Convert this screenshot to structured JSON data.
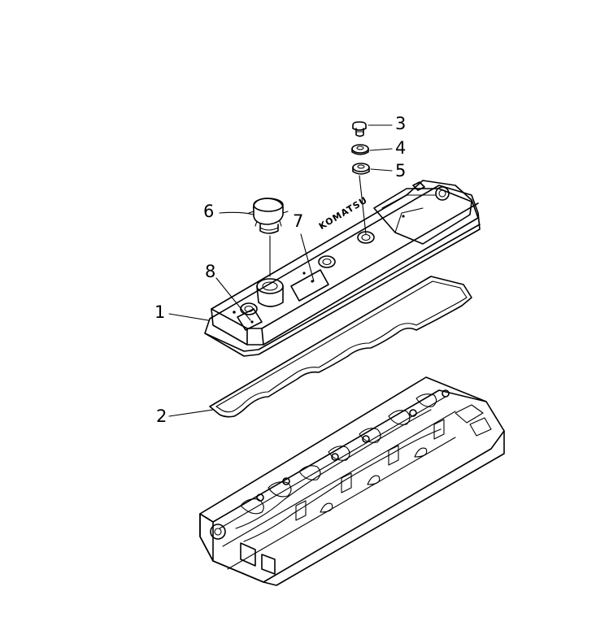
{
  "callouts": [
    "1",
    "2",
    "3",
    "4",
    "5",
    "6",
    "7",
    "8"
  ],
  "cover_brand_text": "KOMATSU",
  "colors": {
    "ink": "#000000",
    "paper": "#ffffff"
  }
}
